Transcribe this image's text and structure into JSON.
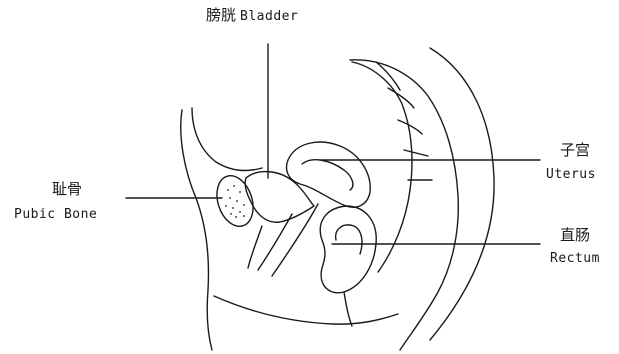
{
  "labels": {
    "bladder": {
      "zh": "膀胱",
      "en": "Bladder"
    },
    "pubic_bone": {
      "zh": "耻骨",
      "en": "Pubic Bone"
    },
    "uterus": {
      "zh": "子宫",
      "en": "Uterus"
    },
    "rectum": {
      "zh": "直肠",
      "en": "Rectum"
    }
  },
  "colors": {
    "ink": "#1a1a1a",
    "background": "#ffffff"
  }
}
